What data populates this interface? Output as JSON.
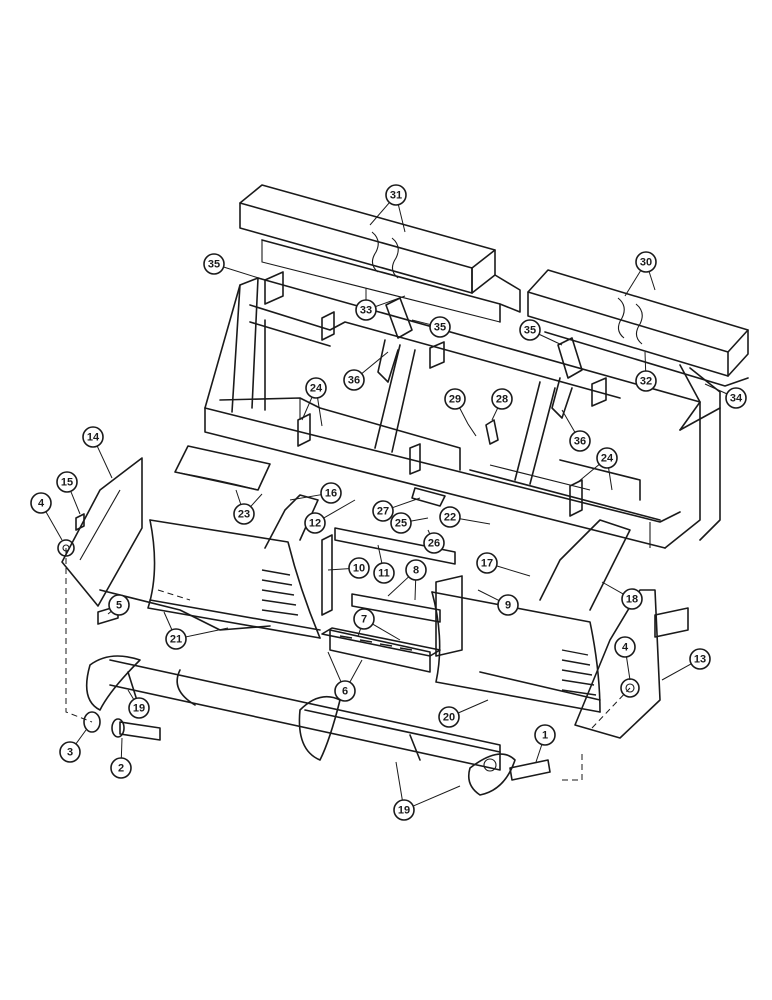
{
  "diagram": {
    "callouts": [
      {
        "id": "c31a",
        "label": "31"
      },
      {
        "id": "c30",
        "label": "30"
      },
      {
        "id": "c35a",
        "label": "35"
      },
      {
        "id": "c33",
        "label": "33"
      },
      {
        "id": "c35b",
        "label": "35"
      },
      {
        "id": "c35c",
        "label": "35"
      },
      {
        "id": "c36a",
        "label": "36"
      },
      {
        "id": "c32",
        "label": "32"
      },
      {
        "id": "c34",
        "label": "34"
      },
      {
        "id": "c24a",
        "label": "24"
      },
      {
        "id": "c29",
        "label": "29"
      },
      {
        "id": "c28",
        "label": "28"
      },
      {
        "id": "c36b",
        "label": "36"
      },
      {
        "id": "c14",
        "label": "14"
      },
      {
        "id": "c15",
        "label": "15"
      },
      {
        "id": "c4a",
        "label": "4"
      },
      {
        "id": "c23",
        "label": "23"
      },
      {
        "id": "c16",
        "label": "16"
      },
      {
        "id": "c12",
        "label": "12"
      },
      {
        "id": "c27",
        "label": "27"
      },
      {
        "id": "c25",
        "label": "25"
      },
      {
        "id": "c22",
        "label": "22"
      },
      {
        "id": "c24b",
        "label": "24"
      },
      {
        "id": "c26",
        "label": "26"
      },
      {
        "id": "c11",
        "label": "11"
      },
      {
        "id": "c10",
        "label": "10"
      },
      {
        "id": "c17",
        "label": "17"
      },
      {
        "id": "c8",
        "label": "8"
      },
      {
        "id": "c9",
        "label": "9"
      },
      {
        "id": "c18",
        "label": "18"
      },
      {
        "id": "c5",
        "label": "5"
      },
      {
        "id": "c21",
        "label": "21"
      },
      {
        "id": "c7",
        "label": "7"
      },
      {
        "id": "c4b",
        "label": "4"
      },
      {
        "id": "c13",
        "label": "13"
      },
      {
        "id": "c6",
        "label": "6"
      },
      {
        "id": "c19a",
        "label": "19"
      },
      {
        "id": "c20",
        "label": "20"
      },
      {
        "id": "c3",
        "label": "3"
      },
      {
        "id": "c1",
        "label": "1"
      },
      {
        "id": "c2",
        "label": "2"
      },
      {
        "id": "c19b",
        "label": "19"
      }
    ]
  }
}
